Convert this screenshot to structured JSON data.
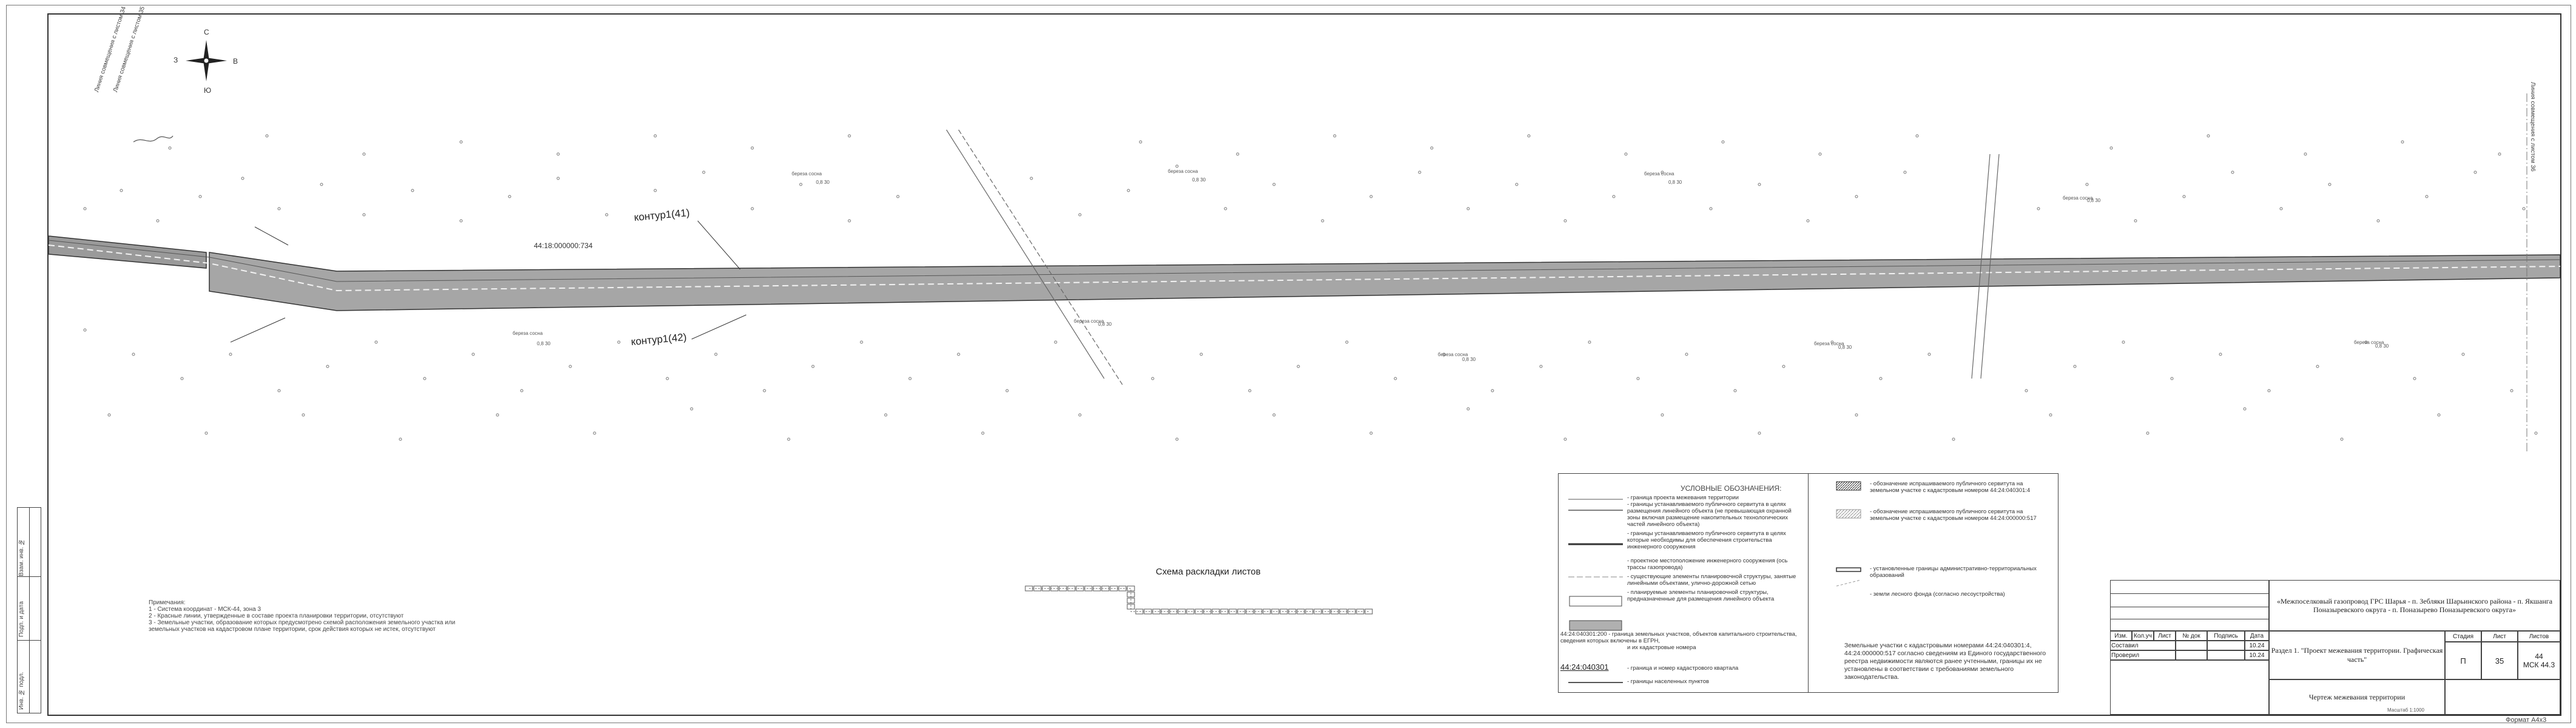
{
  "compass": {
    "n": "С",
    "s": "Ю",
    "w": "З",
    "e": "В"
  },
  "map": {
    "cadastral_number": "44:18:000000:734",
    "contour_top": "контур1(41)",
    "contour_bottom": "контур1(42)",
    "match_line_left": "Линия совмещения с листом 34",
    "match_line_left_2": "Линия совмещения с листом 35",
    "match_line_right": "Линия совмещения с листом 36",
    "forest_label": "береза сосна",
    "forest_value": "0,8 30"
  },
  "notes": {
    "heading": "Примечания:",
    "lines": [
      "1 - Система координат - МСК-44, зона 3",
      "2 - Красные линии, утвержденные в составе проекта планировки территории, отсутствуют",
      "3 - Земельные участки, образование которых предусмотрено схемой расположения земельного участка или",
      "земельных участков на кадастровом плане территории, срок действия которых не истек, отсутствуют"
    ]
  },
  "sheet_layout": {
    "title": "Схема раскладки листов"
  },
  "legend": {
    "title": "УСЛОВНЫЕ ОБОЗНАЧЕНИЯ:",
    "left_items": [
      "- граница проекта межевания территории",
      "- границы устанавливаемого публичного сервитута в целях размещения линейного объекта (не превышающая охранной зоны включая размещение накопительных технологических частей линейного объекта)",
      "- границы устанавливаемого публичного сервитута в целях которые необходимы для обеспечения строительства инженерного сооружения",
      "- проектное местоположение инженерного сооружения (ось трассы газопровода)",
      "- существующие элементы планировочной структуры, занятые линейными объектами, улично-дорожной сетью",
      "- планируемые элементы планировочной структуры, предназначенные для размещения линейного объекта",
      "44:24:040301:200 - граница земельных участков, объектов капитального строительства, сведения которых включены в ЕГРН,",
      "и их кадастровые номера",
      "- граница и номер кадастрового квартала",
      "- границы населенных пунктов"
    ],
    "quarter_sample": "44:24:040301",
    "right_items": [
      "- обозначение испрашиваемого публичного сервитута на земельном участке с кадастровым номером 44:24:040301:4",
      "- обозначение испрашиваемого публичного сервитута на земельном участке с кадастровым номером 44:24:000000:517",
      "- установленные границы административно-территориальных образований",
      "- земли лесного фонда (согласно лесоустройства)"
    ],
    "footnote": "Земельные участки с кадастровыми номерами 44:24:040301:4, 44:24:000000:517 согласно сведениям из Единого государственного реестра недвижимости являются ранее учтенными, границы их не установлены в соответствии с требованиями земельного законодательства."
  },
  "title_block": {
    "project": "«Межпоселковый газопровод ГРС Шарья - п. Зебляки Шарьинского района - п. Якшанга Поназыревского округа - п. Поназырево Поназыревского округа»",
    "headers": [
      "Изм.",
      "Кол.уч",
      "Лист",
      "№ док",
      "Подпись",
      "Дата"
    ],
    "roles": [
      {
        "role": "Составил",
        "date": "10.24"
      },
      {
        "role": "Проверил",
        "date": "10.24"
      }
    ],
    "section": "Раздел 1. \"Проект межевания территории. Графическая часть\"",
    "stage_label": "Стадия",
    "sheet_label": "Лист",
    "sheets_label": "Листов",
    "stage": "П",
    "sheet": "35",
    "sheets": "44",
    "msk": "МСК 44.3",
    "drawing_title": "Чертеж межевания территории",
    "scale": "Масштаб 1:1000"
  },
  "side_stamp": {
    "labels": [
      "Инв. № подл.",
      "Подп. и дата",
      "Взам. инв. №"
    ]
  },
  "format": "Формат А4х3"
}
